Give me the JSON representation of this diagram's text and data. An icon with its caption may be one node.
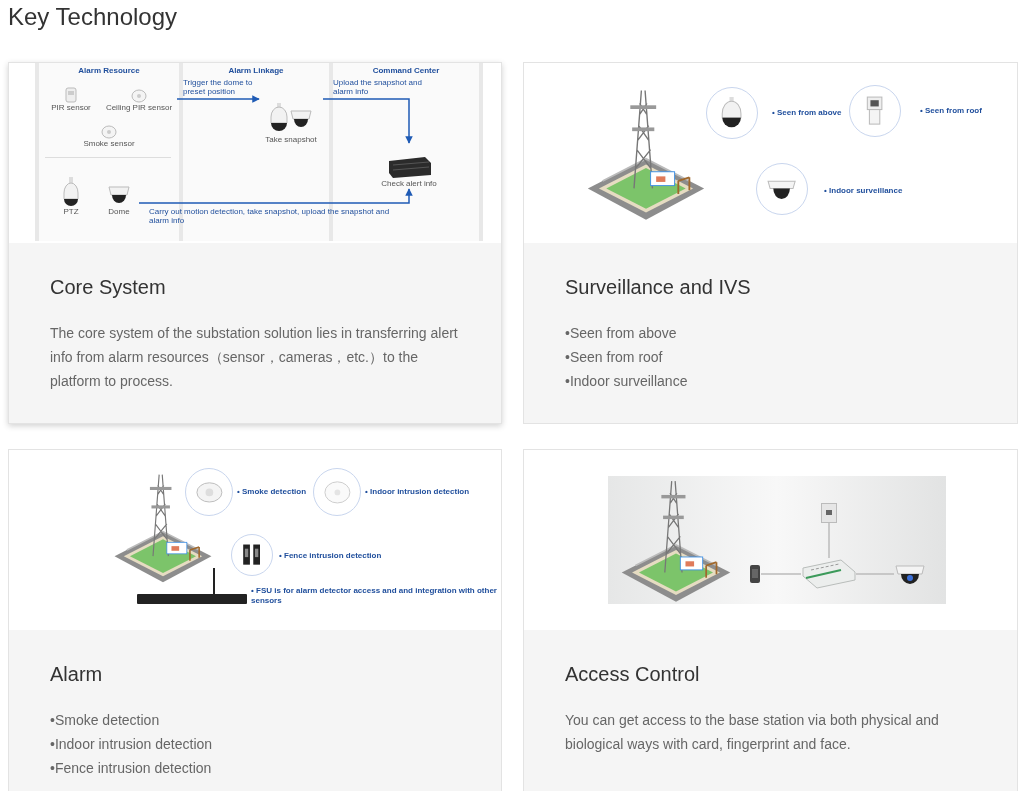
{
  "diagram": {
    "title": "Key Technology",
    "nodes": [
      {
        "text": [
          "Core System",
          "The core system of the substation solution lies in transferring alert info from alarm resources（sensor，cameras，etc.）to the platform to process."
        ]
      },
      {
        "text": [
          "PIR sensor"
        ],
        "in": 0
      },
      {
        "text": [
          "Ceiling PIR sensor"
        ],
        "in": 0
      },
      {
        "text": [
          "Smoke sensor"
        ],
        "in": 0
      },
      {
        "text": [
          "PTZ"
        ],
        "in": 0
      },
      {
        "text": [
          "Dome"
        ],
        "in": 0
      },
      {
        "text": [
          "Take snapshot"
        ],
        "in": 0
      },
      {
        "text": [
          "Check alert info"
        ],
        "in": 0
      },
      {
        "text": [
          "Surveillance and IVS",
          "•Seen from above",
          "•Seen from roof",
          "•Indoor surveillance"
        ]
      },
      {
        "text": [
          "Alarm",
          "•Smoke detection",
          "•Indoor intrusion detection",
          "•Fence intrusion detection"
        ]
      },
      {
        "text": [
          "Access Control",
          "You can get access to the base station via both physical and biological ways with card, fingerprint and face."
        ]
      },
      {
        "text": [],
        "shape": "picture",
        "in": 10
      },
      {
        "text": [],
        "shape": "picture",
        "in": 10
      },
      {
        "text": [],
        "shape": "picture",
        "in": 10
      },
      {
        "text": [],
        "shape": "picture",
        "in": 10
      }
    ],
    "edges": [
      {
        "from": 2,
        "to": 6,
        "arrow": "to",
        "label": "Trigger the dome to preset position"
      },
      {
        "from": 6,
        "to": 7,
        "arrow": "to",
        "label": "Upload the snapshot and alarm info"
      },
      {
        "from": 5,
        "to": 7,
        "arrow": "to",
        "label": "Carry out motion detection, take snapshot, upload the snapshot and alarm info"
      },
      {
        "from": 11,
        "to": 12,
        "arrow": "none",
        "color": "#bbbbbb"
      },
      {
        "from": 13,
        "to": 12,
        "arrow": "none",
        "color": "#bbbbbb"
      },
      {
        "from": 12,
        "to": 14,
        "arrow": "none",
        "color": "#bbbbbb"
      }
    ],
    "labels": [
      "Alarm Resource",
      "Alarm Linkage",
      "Command Center",
      "• Seen from above",
      "• Seen from roof",
      "• Indoor surveillance",
      "• Smoke detection",
      "• Indoor intrusion detection",
      "• Fence intrusion detection",
      "• FSU is for alarm detector access and and integration with other sensors"
    ]
  }
}
